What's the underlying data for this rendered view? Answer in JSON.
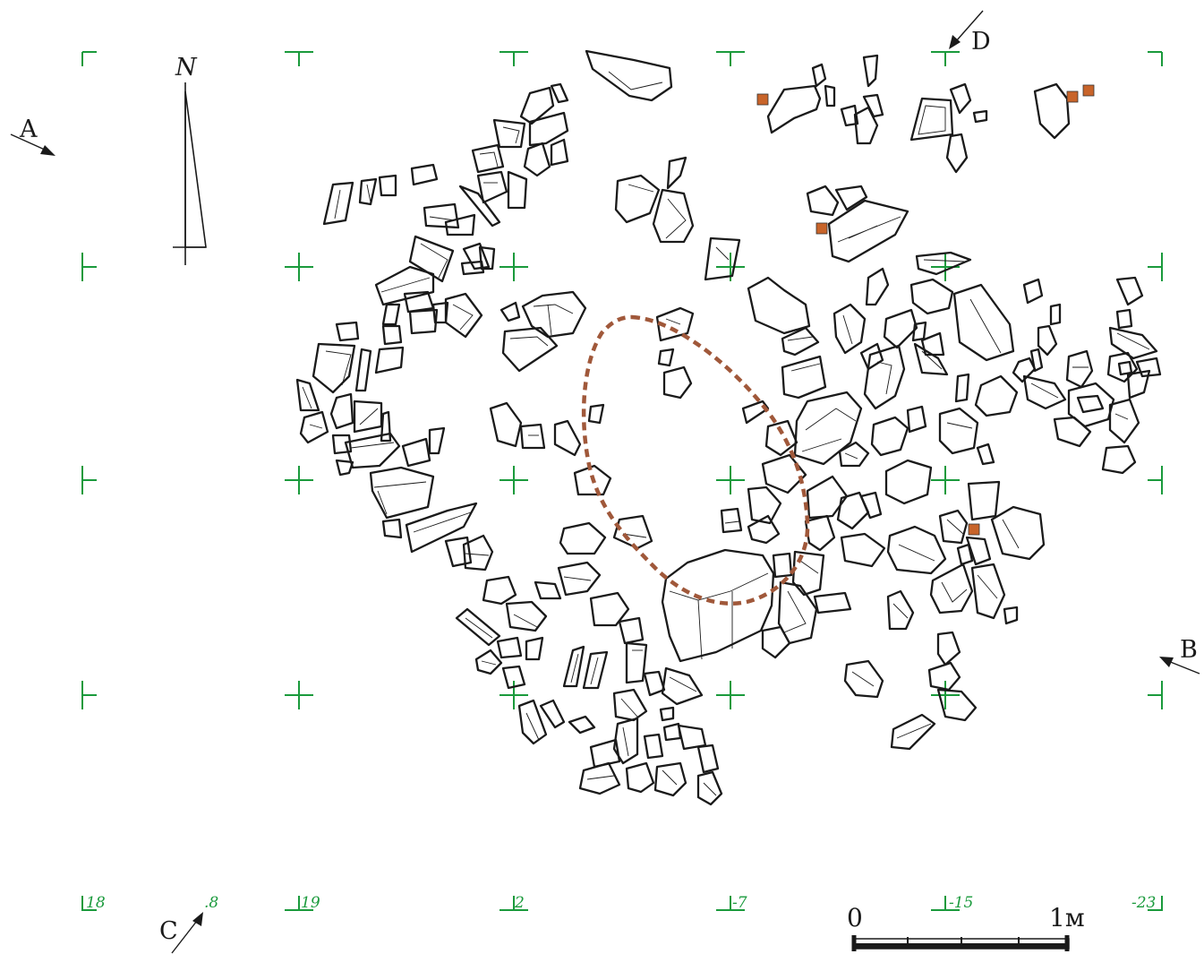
{
  "north_label": "N",
  "directions": {
    "A": "A",
    "B": "B",
    "C": "C",
    "D": "D"
  },
  "elevations": {
    "e1": "18",
    "e2": ".8",
    "e3": "19",
    "e4": "2",
    "e5": "-7",
    "e6": "-15",
    "e7": "-23"
  },
  "scale": {
    "start": "0",
    "end": "1м"
  },
  "colors": {
    "grid": "#1a9a3c",
    "pit_outline": "#a0583a",
    "finds": "#c8642a",
    "stones": "#1a1a1a"
  }
}
